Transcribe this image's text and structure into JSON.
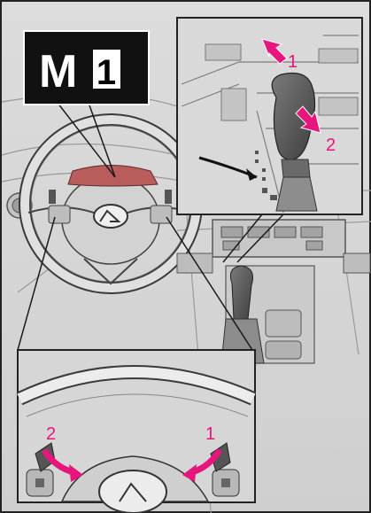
{
  "badge": {
    "letter": "M",
    "number": "1"
  },
  "callouts": {
    "shift_up": "1",
    "shift_down": "2",
    "paddle_left": "2",
    "paddle_right": "1"
  },
  "colors": {
    "accent": "#e8157c",
    "line": "#3a3a3a",
    "panel_fill": "#d7d7d7",
    "badge_bg": "#111111"
  },
  "icons": [
    "arrow-up-right",
    "arrow-down-right",
    "arrow-curve-down",
    "lexus-emblem"
  ]
}
